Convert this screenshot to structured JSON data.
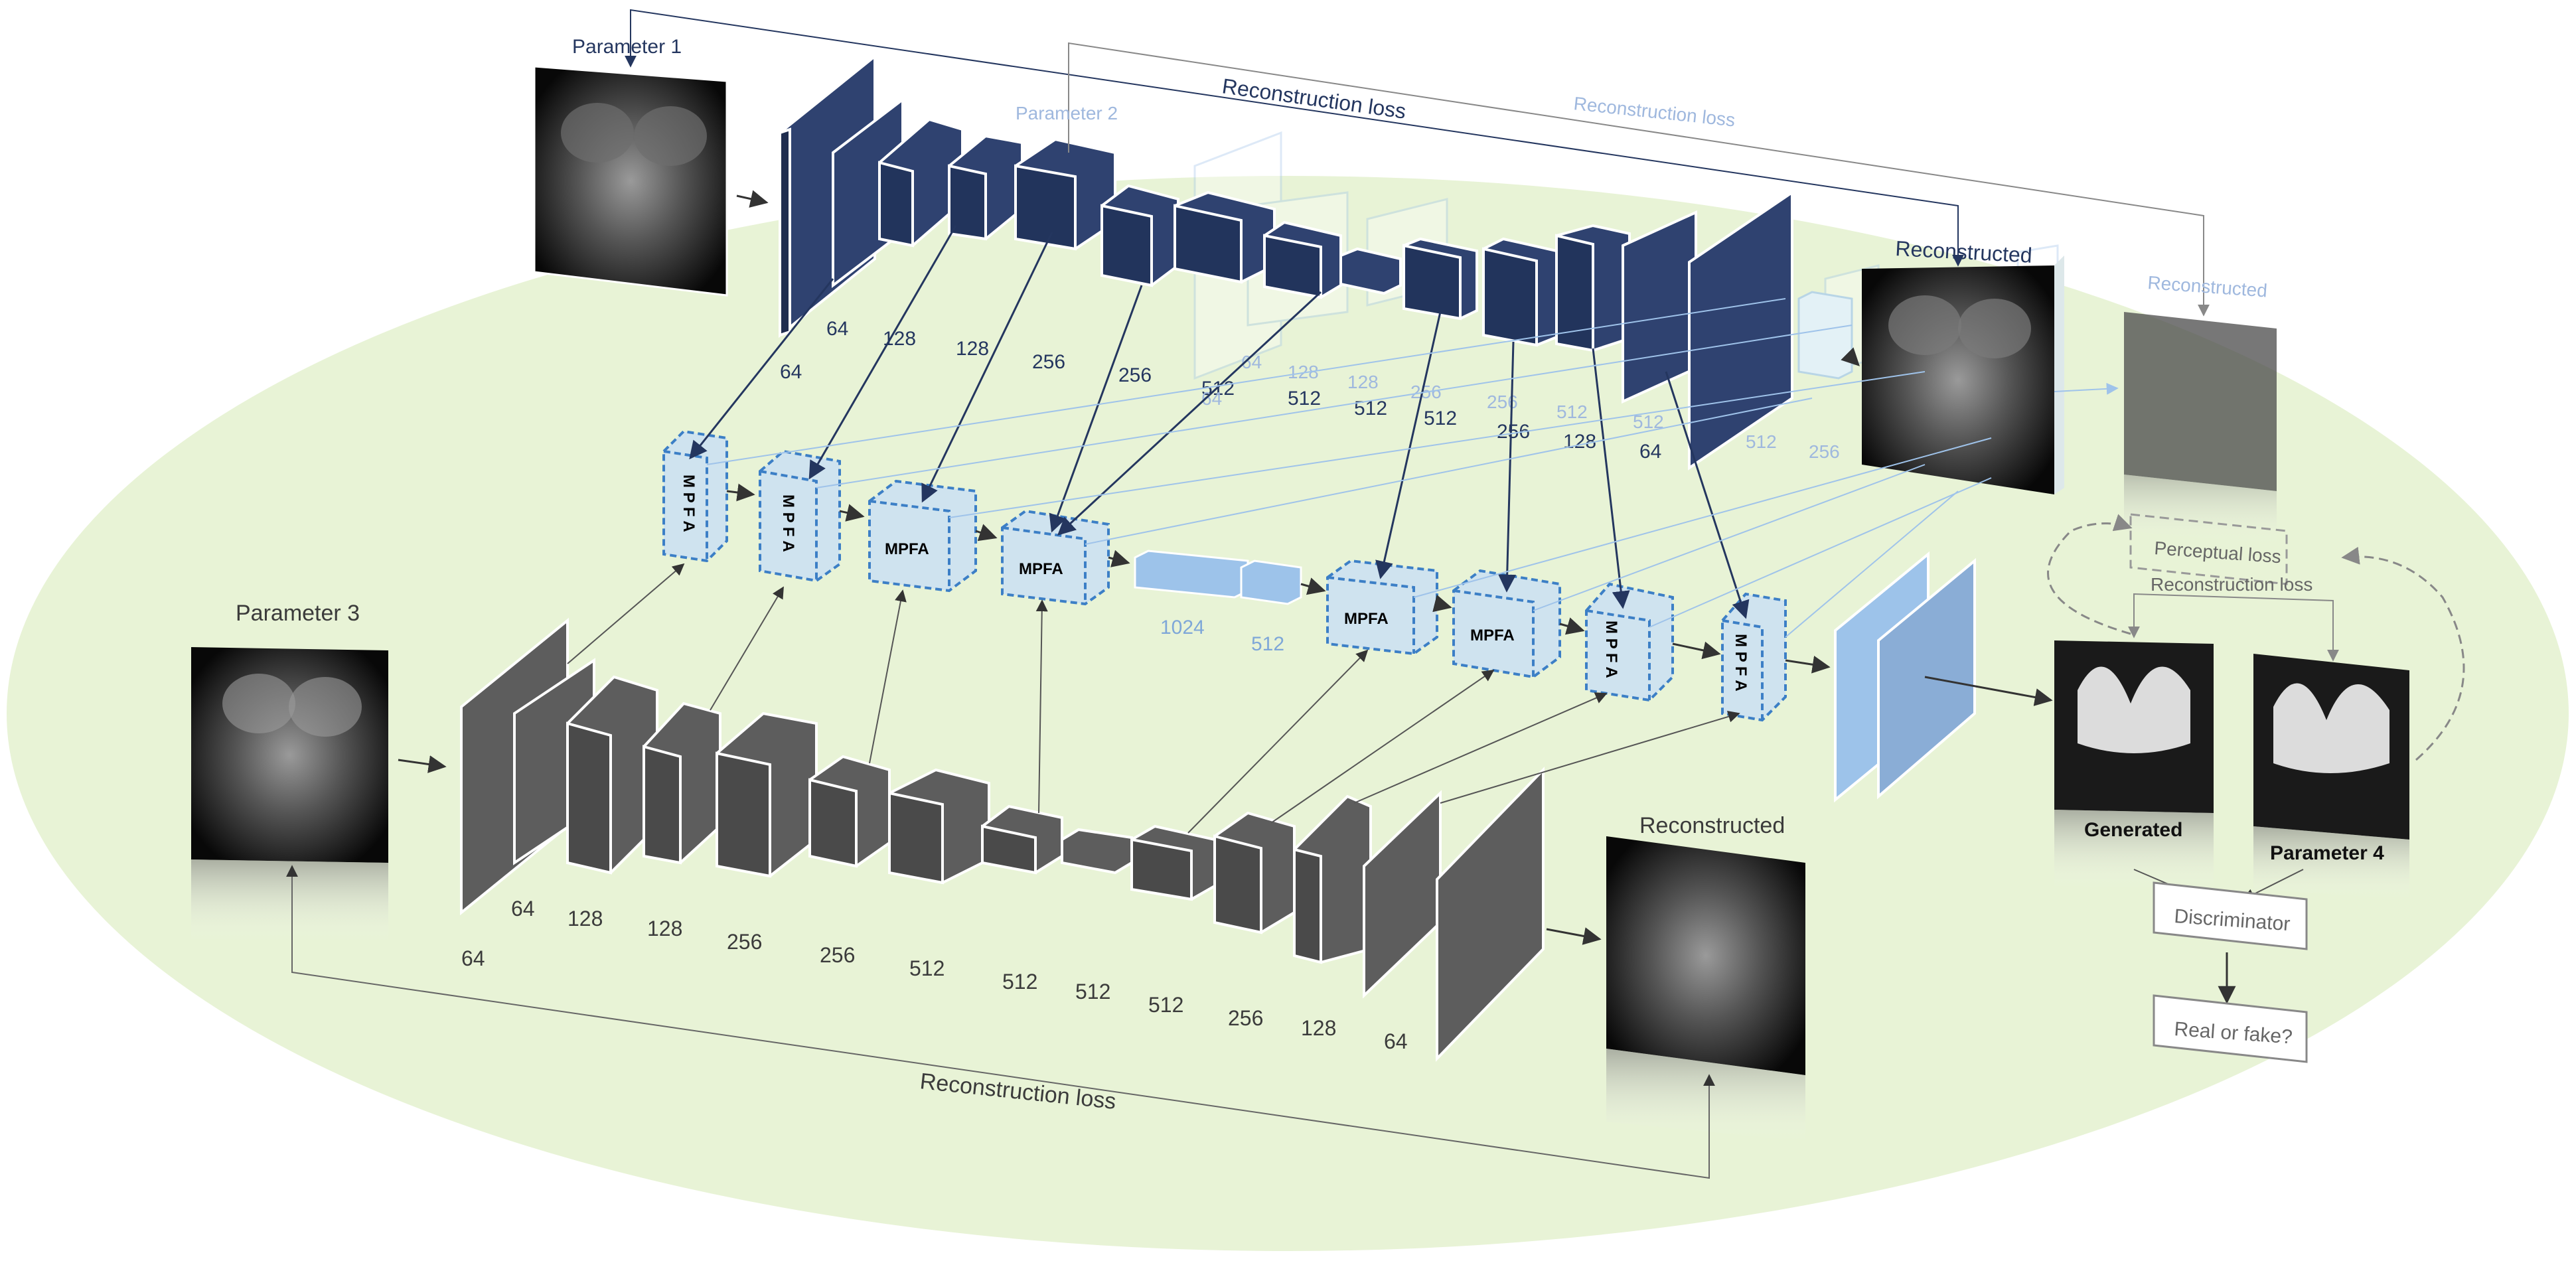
{
  "labels": {
    "param1": "Parameter 1",
    "param2": "Parameter 2",
    "param3": "Parameter 3",
    "param4": "Parameter 4",
    "recon_loss_top": "Reconstruction loss",
    "recon_loss_top_faint": "Reconstruction loss",
    "recon_loss_bottom": "Reconstruction loss",
    "recon_loss_right": "Reconstruction loss",
    "reconstructed_top": "Reconstructed",
    "reconstructed_top_faint": "Reconstructed",
    "reconstructed_bottom": "Reconstructed",
    "perceptual_loss": "Perceptual loss",
    "generated": "Generated",
    "discriminator": "Discriminator",
    "real_or_fake": "Real or fake?",
    "mpfa": "MPFA",
    "mpfa_vertical": "M P F A"
  },
  "top_encoder_channels": [
    "64",
    "64",
    "128",
    "128",
    "256",
    "256",
    "512",
    "512",
    "512",
    "512",
    "256",
    "128",
    "64"
  ],
  "top_faint_channels": [
    "64",
    "64",
    "128",
    "128",
    "256",
    "256",
    "512",
    "512",
    "512",
    "256"
  ],
  "bottom_channels": [
    "64",
    "64",
    "128",
    "128",
    "256",
    "256",
    "512",
    "512",
    "512",
    "512",
    "256",
    "128",
    "64"
  ],
  "bottleneck_channels": [
    "1024",
    "512"
  ],
  "colors": {
    "background_ellipse": "#e8f3d6",
    "navy_block": "#2f4270",
    "gray_block": "#5d5d5d",
    "mpfa_fill": "#cfe3ef",
    "mpfa_border": "#3c7fc6",
    "light_blue_block": "#9dc3ea"
  }
}
